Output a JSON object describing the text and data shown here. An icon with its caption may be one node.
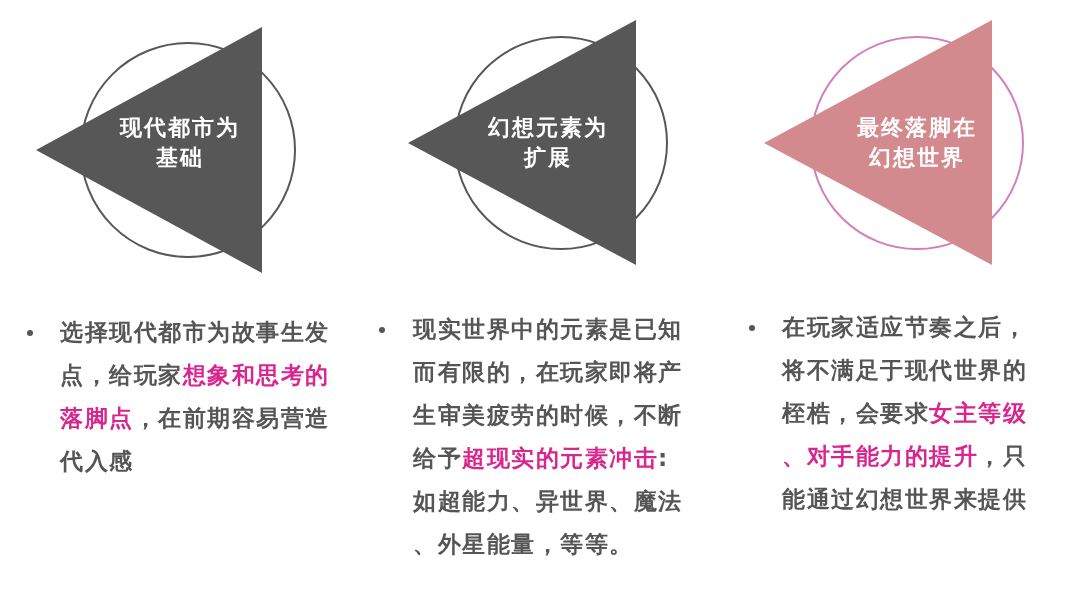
{
  "diagram": {
    "nodes": [
      {
        "text": [
          "现代都市为基础"
        ],
        "beside": [
          "选择现代都市为故事生发点，给玩家**想象和思考的落脚点**，在前期容易营造代入感"
        ]
      },
      {
        "text": [
          "幻想元素为扩展"
        ],
        "beside": [
          "现实世界中的元素是已知而有限的，在玩家即将产生审美疲劳的时候，不断给予**超现实的元素冲击**:如超能力、异世界、魔法、外星能量，等等。"
        ]
      },
      {
        "text": [
          "最终落脚在幻想世界"
        ],
        "beside": [
          "在玩家适应节奏之后，将不满足于现代世界的桎梏，会要求**女主等级、对手能力的提升**，只能通过幻想世界来提供"
        ]
      }
    ]
  }
}
